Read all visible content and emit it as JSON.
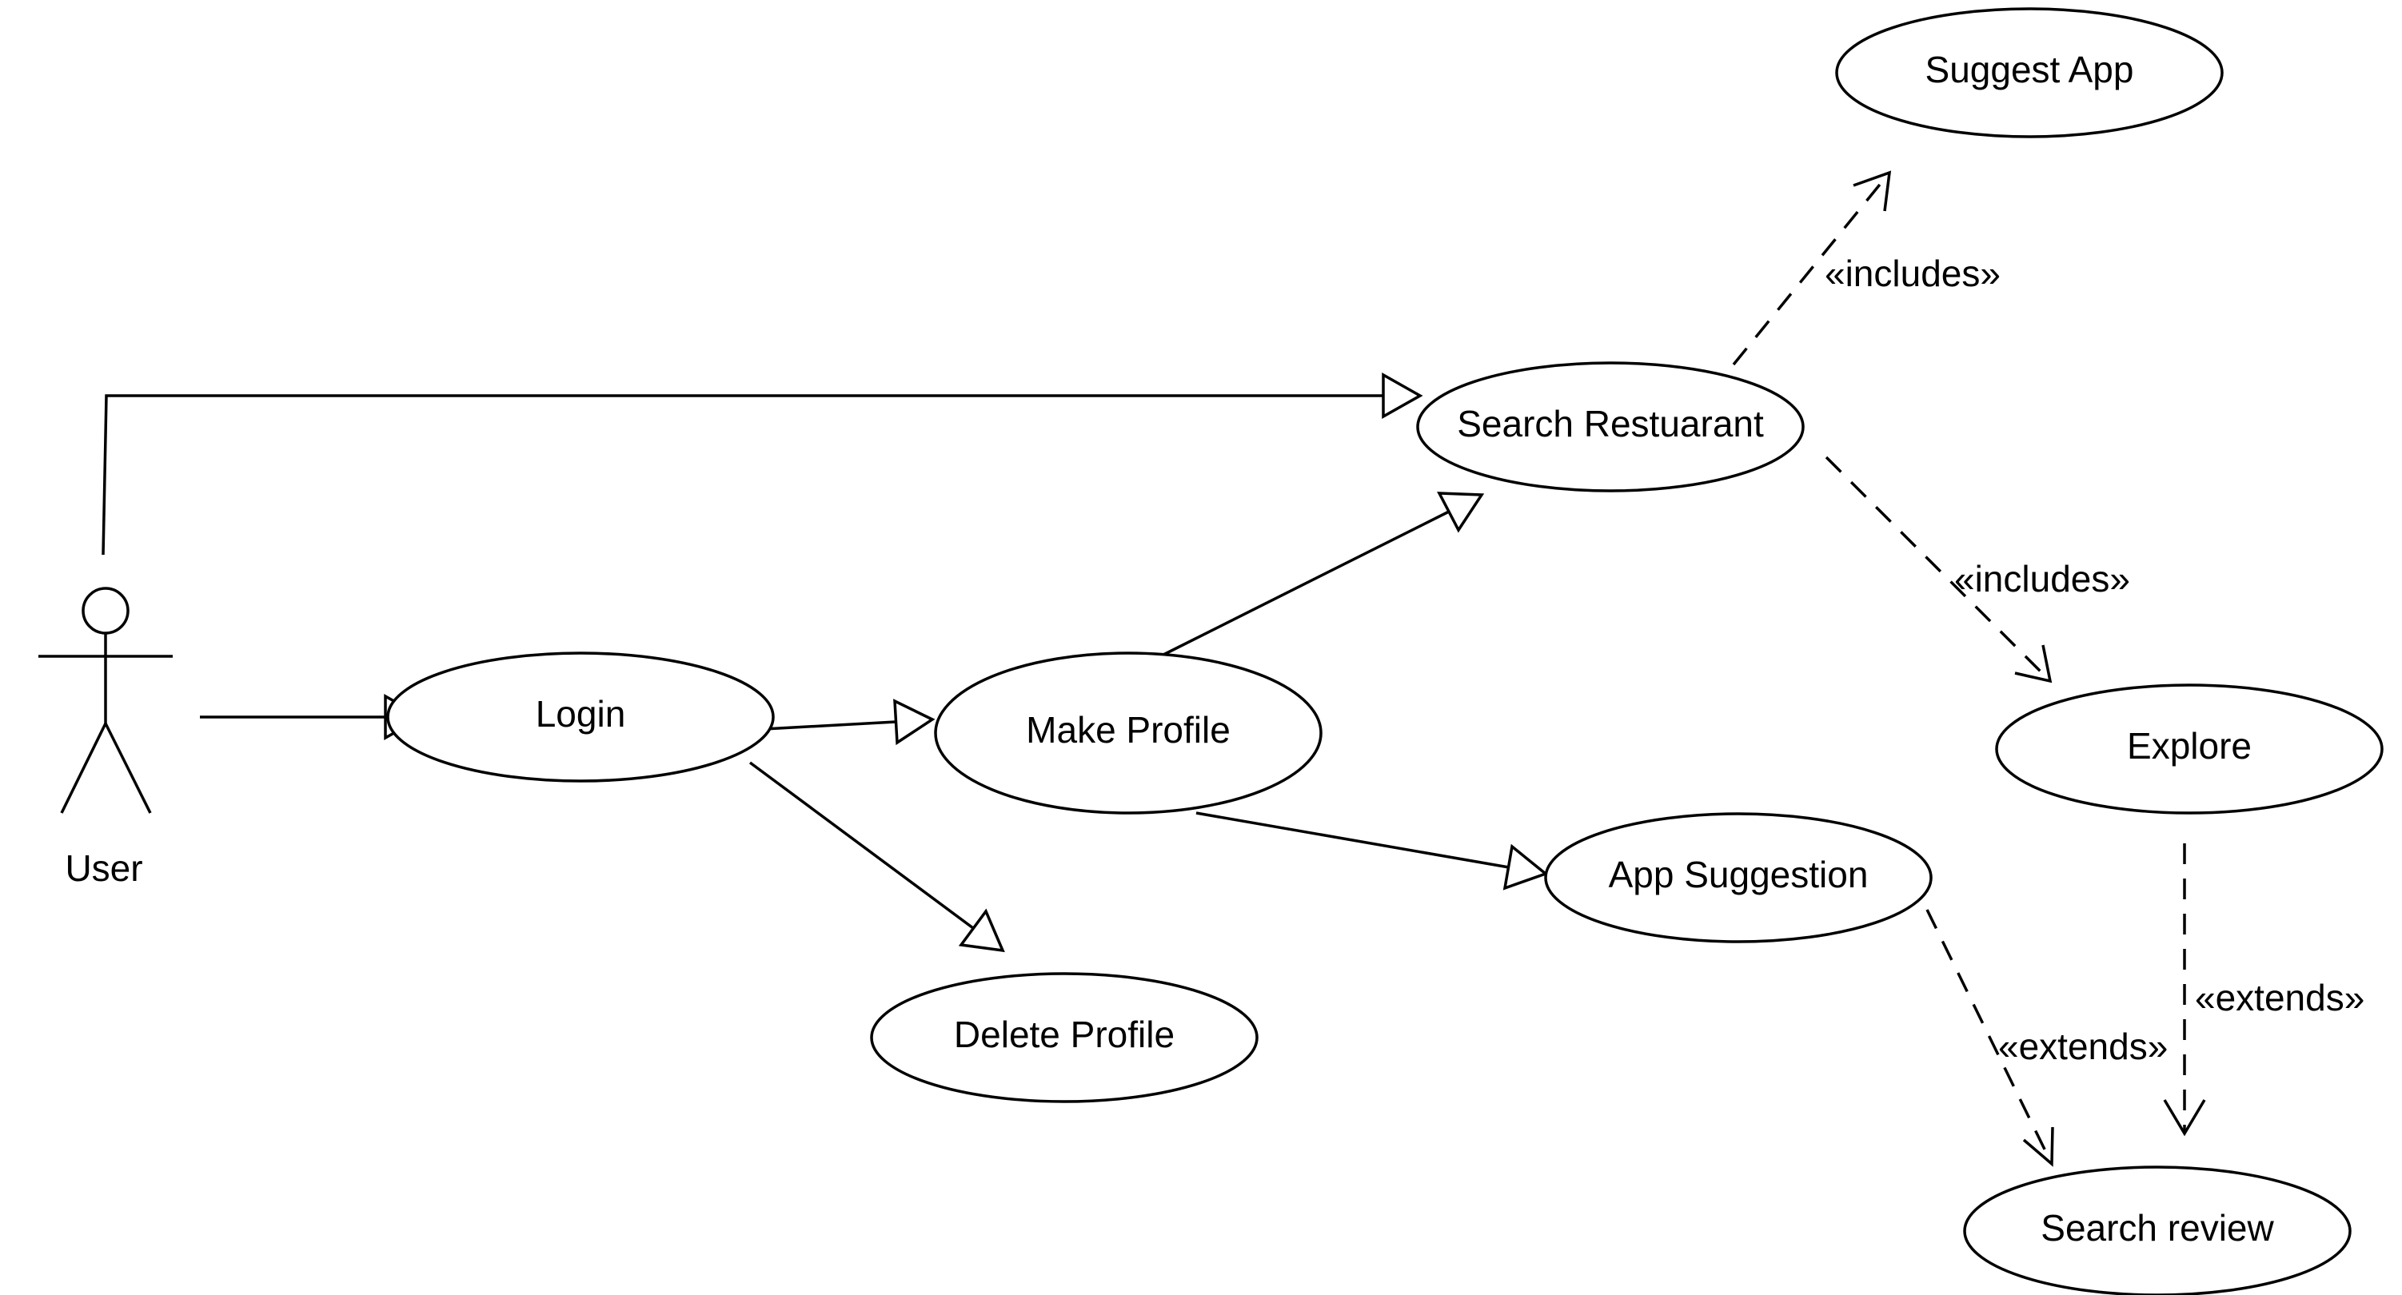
{
  "actor": {
    "label": "User"
  },
  "use_cases": {
    "suggest_app": "Suggest App",
    "search_restaurant": "Search Restuarant",
    "login": "Login",
    "make_profile": "Make Profile",
    "explore": "Explore",
    "app_suggestion": "App Suggestion",
    "delete_profile": "Delete Profile",
    "search_review": "Search review"
  },
  "relations": {
    "includes_suggest_app": "«includes»",
    "includes_explore": "«includes»",
    "extends_from_app_suggestion": "«extends»",
    "extends_from_explore": "«extends»"
  },
  "colors": {
    "stroke": "#000000",
    "background": "#ffffff"
  }
}
